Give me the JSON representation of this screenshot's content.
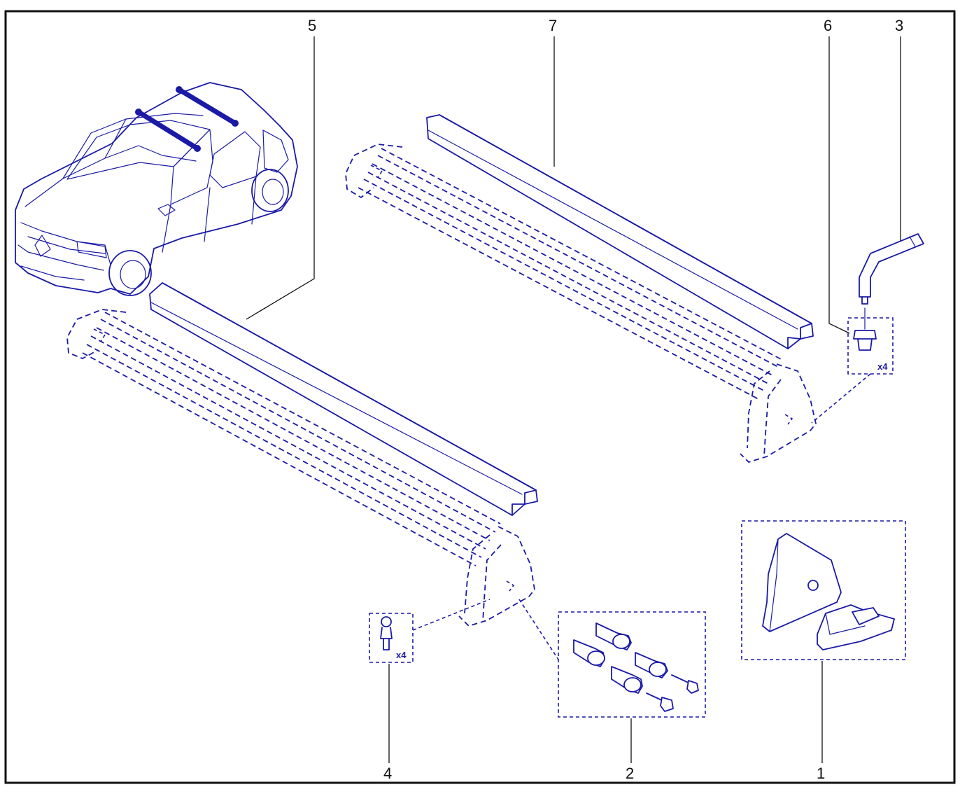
{
  "callouts": {
    "c1": "1",
    "c2": "2",
    "c3": "3",
    "c4": "4",
    "c5": "5",
    "c6": "6",
    "c7": "7"
  },
  "quantities": {
    "screw_bolt": "x4",
    "lower_bolt": "x4"
  },
  "colors": {
    "line_art": "#1a1aa6",
    "callout_text": "#111111",
    "frame": "#111111",
    "background": "#ffffff"
  }
}
